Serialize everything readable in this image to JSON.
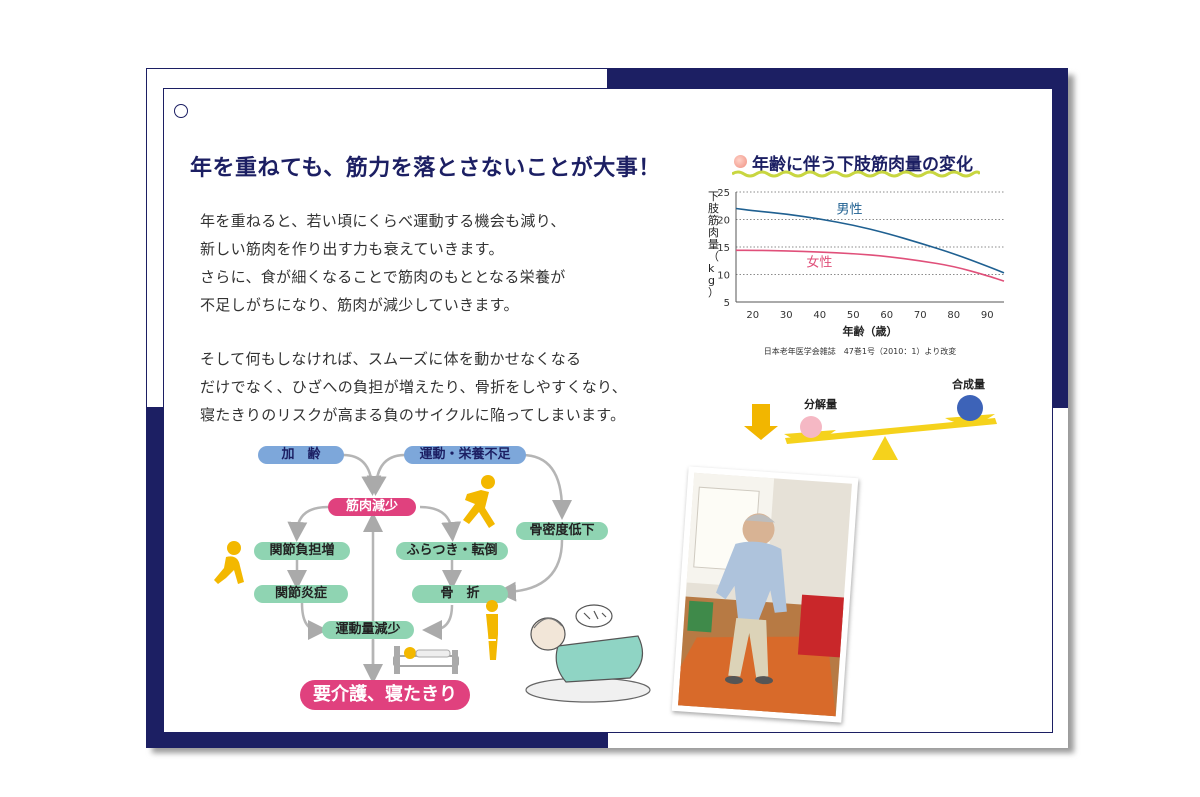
{
  "headline": "年を重ねても、筋力を落とさないことが大事！",
  "paragraphs": [
    "年を重ねると、若い頃にくらべ運動する機会も減り、",
    "新しい筋肉を作り出す力も衰えていきます。",
    "さらに、食が細くなることで筋肉のもととなる栄養が",
    "不足しがちになり、筋肉が減少していきます。",
    "そして何もしなければ、スムーズに体を動かせなくなる",
    "だけでなく、ひざへの負担が増えたり、骨折をしやすくなり、",
    "寝たきりのリスクが高まる負のサイクルに陥ってしまいます。"
  ],
  "flow": {
    "aging": "加　齢",
    "lack": "運動・栄養不足",
    "muscle_loss": "筋肉減少",
    "joint_load": "関節負担増",
    "wobble": "ふらつき・転倒",
    "bone_density": "骨密度低下",
    "arthritis": "関節炎症",
    "fracture": "骨　折",
    "activity_drop": "運動量減少",
    "bedridden": "要介護、寝たきり"
  },
  "balance": {
    "catabolism": "分解量",
    "anabolism": "合成量"
  },
  "chart_data": {
    "type": "line",
    "title": "年齢に伴う下肢筋肉量の変化",
    "xlabel": "年齢（歳）",
    "ylabel": "下肢筋肉量（kg）",
    "x": [
      15,
      20,
      30,
      40,
      50,
      60,
      70,
      80,
      90,
      95
    ],
    "xticks": [
      20,
      30,
      40,
      50,
      60,
      70,
      80,
      90
    ],
    "yticks": [
      5,
      10,
      15,
      20,
      25
    ],
    "xlim": [
      15,
      95
    ],
    "ylim": [
      5,
      25
    ],
    "grid": true,
    "series": [
      {
        "name": "男性",
        "color": "#1f6091",
        "values": [
          22.0,
          21.6,
          21.0,
          20.1,
          19.0,
          17.5,
          15.7,
          13.8,
          11.5,
          10.3
        ]
      },
      {
        "name": "女性",
        "color": "#e0507a",
        "values": [
          14.4,
          14.4,
          14.3,
          14.1,
          13.8,
          13.3,
          12.5,
          11.5,
          9.8,
          8.8
        ]
      }
    ],
    "source": "日本老年医学会雑誌　47巻1号（2010：1）より改変"
  }
}
